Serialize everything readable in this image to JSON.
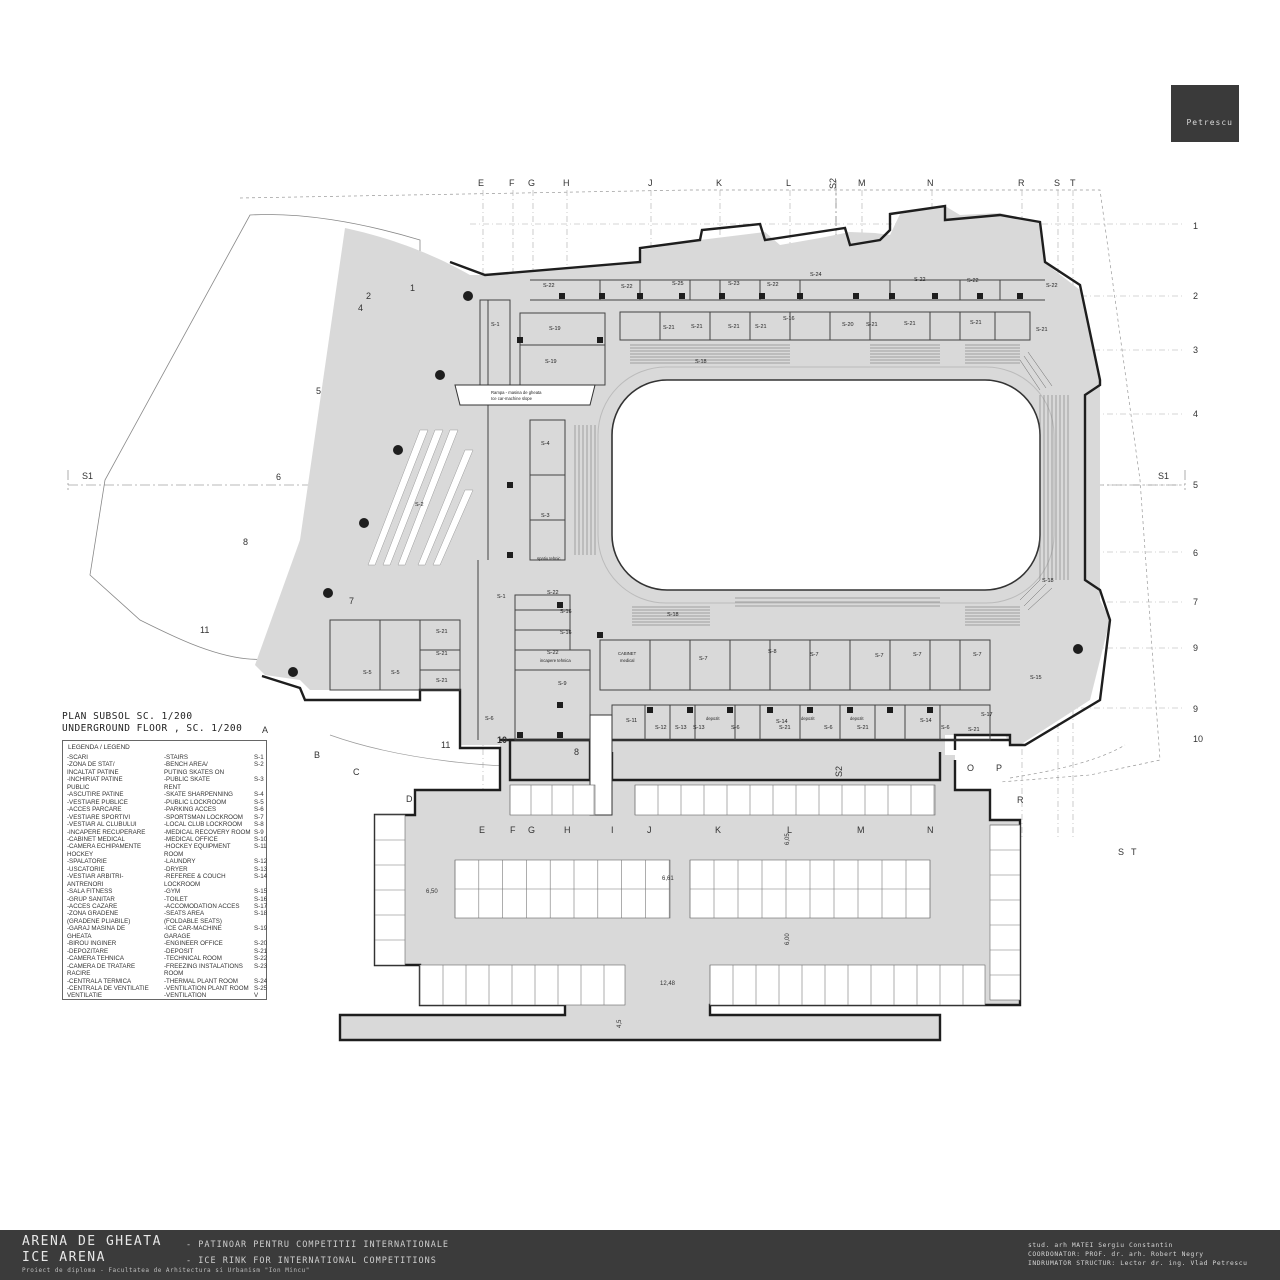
{
  "corner_label": "Petrescu",
  "plan_title": {
    "line1": "PLAN SUBSOL SC. 1/200",
    "line2": "UNDERGROUND FLOOR , SC. 1/200"
  },
  "grid_top": [
    "E",
    "F",
    "G",
    "H",
    "J",
    "K",
    "L",
    "S2",
    "M",
    "N",
    "R",
    "S",
    "T"
  ],
  "grid_mid": [
    "E",
    "F",
    "G",
    "H",
    "I",
    "J",
    "K",
    "L",
    "M",
    "N"
  ],
  "grid_right": [
    "1",
    "2",
    "3",
    "4",
    "5",
    "6",
    "7",
    "9",
    "9",
    "10"
  ],
  "grid_misc": {
    "s1_left": "S1",
    "s1_right": "S1",
    "s2_bottom": "S2",
    "r_lower": "R",
    "s_lower": "S",
    "t_lower": "T",
    "o": "O",
    "p": "P",
    "d": "D",
    "a": "A",
    "b": "B",
    "c": "C",
    "ten": "10",
    "eight_b": "8"
  },
  "grid_diagonal": [
    "1",
    "2",
    "4",
    "5",
    "6",
    "8",
    "7",
    "11",
    "11"
  ],
  "rooms": {
    "s22_a": "S-22",
    "s22_b": "S-22",
    "s25": "S-25",
    "s23": "S-23",
    "s22_c": "S-22",
    "s24": "S-24",
    "s22_d": "S-22",
    "s22_e": "S-22",
    "s22_f": "S-22",
    "s1_a": "S-1",
    "s19_a": "S-19",
    "s19_b": "S-19",
    "s21_a": "S-21",
    "s21_b": "S-21",
    "s21_c": "S-21",
    "s21_d": "S-21",
    "s16_a": "S-16",
    "s20": "S-20",
    "s21_e": "S-21",
    "s21_f": "S-21",
    "s21_g": "S-21",
    "s21_h": "S-21",
    "s18_a": "S-18",
    "ramp_1": "Rampa - masina de gheata",
    "ramp_2": "Ice car-machine slope",
    "s4": "S-4",
    "s3": "S-3",
    "s2": "S-2",
    "spatiu": "spatiu tehnic",
    "s22_g": "S-22",
    "s1_b": "S-1",
    "s16_b": "S-16",
    "s16_c": "S-16",
    "s18_b": "S-18",
    "s18_c": "S-18",
    "s22_h": "S-22",
    "incapere": "incapere tehnica",
    "s9": "S-9",
    "cabinet_1": "CABINET",
    "cabinet_2": "medical",
    "s7_a": "S-7",
    "s8": "S-8",
    "s7_b": "S-7",
    "s7_c": "S-7",
    "s7_d": "S-7",
    "s7_e": "S-7",
    "s15": "S-15",
    "s21_i": "S-21",
    "s21_j": "S-21",
    "s21_k": "S-21",
    "s5_a": "S-5",
    "s5_b": "S-5",
    "s6_a": "S-6",
    "s11": "S-11",
    "s12": "S-12",
    "s13_a": "S-13",
    "s13_b": "S-13",
    "depozit_a": "depozit",
    "s6_b": "S-6",
    "s14_a": "S-14",
    "depozit_b": "depozit",
    "s6_c": "S-6",
    "depozit_c": "depozit",
    "s14_b": "S-14",
    "s6_d": "S-6",
    "s17": "S-17",
    "s21_l": "S-21",
    "s21_m": "S-21",
    "s21_n": "S-21"
  },
  "dimensions": {
    "d650": "6,50",
    "d661": "6,61",
    "d605": "6,05",
    "d600": "6,00",
    "d1248": "12,48",
    "d45": "4,5"
  },
  "legend": {
    "header": "LEGENDA / LEGEND",
    "rows": [
      [
        "-SCARI",
        "-STAIRS",
        "S-1"
      ],
      [
        "-ZONA DE STAT/",
        "-BENCH AREA/",
        "S-2"
      ],
      [
        "INCALTAT PATINE",
        "PUTING SKATES ON",
        ""
      ],
      [
        "-INCHIRIAT PATINE",
        "-PUBLIC SKATE",
        "S-3"
      ],
      [
        "PUBLIC",
        "RENT",
        ""
      ],
      [
        "-ASCUTIRE PATINE",
        "-SKATE SHARPENNING",
        "S-4"
      ],
      [
        "-VESTIARE PUBLICE",
        "-PUBLIC LOCKROOM",
        "S-5"
      ],
      [
        "-ACCES PARCARE",
        "-PARKING ACCES",
        "S-6"
      ],
      [
        "-VESTIARE SPORTIVI",
        "-SPORTSMAN LOCKROOM",
        "S-7"
      ],
      [
        "-VESTIAR AL CLUBULUI",
        "-LOCAL CLUB LOCKROOM",
        "S-8"
      ],
      [
        "-INCAPERE RECUPERARE",
        "-MEDICAL RECOVERY ROOM",
        "S-9"
      ],
      [
        "-CABINET MEDICAL",
        "-MEDICAL OFFICE",
        "S-10"
      ],
      [
        "-CAMERA ECHIPAMENTE",
        "-HOCKEY EQUIPMENT",
        "S-11"
      ],
      [
        "HOCKEY",
        "ROOM",
        ""
      ],
      [
        "-SPALATORIE",
        "-LAUNDRY",
        "S-12"
      ],
      [
        "-USCATORIE",
        "-DRYER",
        "S-13"
      ],
      [
        "-VESTIAR ARBITRI-",
        "-REFEREE & COUCH",
        "S-14"
      ],
      [
        "ANTRENORI",
        "LOCKROOM",
        ""
      ],
      [
        "-SALA FITNESS",
        "-GYM",
        "S-15"
      ],
      [
        "-GRUP SANITAR",
        "-TOILET",
        "S-16"
      ],
      [
        "-ACCES CAZARE",
        "-ACCOMODATION ACCES",
        "S-17"
      ],
      [
        "-ZONA GRADENE",
        "-SEATS AREA",
        "S-18"
      ],
      [
        "(GRADENE PLIABILE)",
        "(FOLDABLE SEATS)",
        ""
      ],
      [
        "-GARAJ MASINA DE",
        "-ICE CAR-MACHINE",
        "S-19"
      ],
      [
        "GHEATA",
        "GARAGE",
        ""
      ],
      [
        "-BIROU INGINER",
        "-ENGINEER OFFICE",
        "S-20"
      ],
      [
        "-DEPOZITARE",
        "-DEPOSIT",
        "S-21"
      ],
      [
        "-CAMERA TEHNICA",
        "-TECHNICAL ROOM",
        "S-22"
      ],
      [
        "-CAMERA DE TRATARE",
        "-FREEZING INSTALATIONS",
        "S-23"
      ],
      [
        "RACIRE",
        "ROOM",
        ""
      ],
      [
        "-CENTRALA TERMICA",
        "-THERMAL PLANT ROOM",
        "S-24"
      ],
      [
        "-CENTRALA DE VENTILATIE",
        "-VENTILATION PLANT ROOM",
        "S-25"
      ],
      [
        "VENTILATIE",
        "-VENTILATION",
        "V"
      ]
    ]
  },
  "footer": {
    "title_ro": "ARENA DE GHEATA",
    "subtitle_ro": "- PATINOAR PENTRU COMPETITII INTERNATIONALE",
    "title_en": "ICE ARENA",
    "subtitle_en": "- ICE RINK FOR INTERNATIONAL COMPETITIONS",
    "note": "Proiect de diploma - Facultatea de Arhitectura si Urbanism \"Ion Mincu\"",
    "credit_1": "stud. arh MATEI Sergiu Constantin",
    "credit_2": "COORDONATOR: PROF. dr. arh. Robert Negry",
    "credit_3": "INDRUMATOR STRUCTUR: Lector dr. ing. Vlad Petrescu"
  },
  "colors": {
    "floor": "#d9d9d9",
    "wall": "#1e1e1e",
    "footer_bg": "#3b3b3b",
    "corner_box": "#3a3a3a"
  }
}
